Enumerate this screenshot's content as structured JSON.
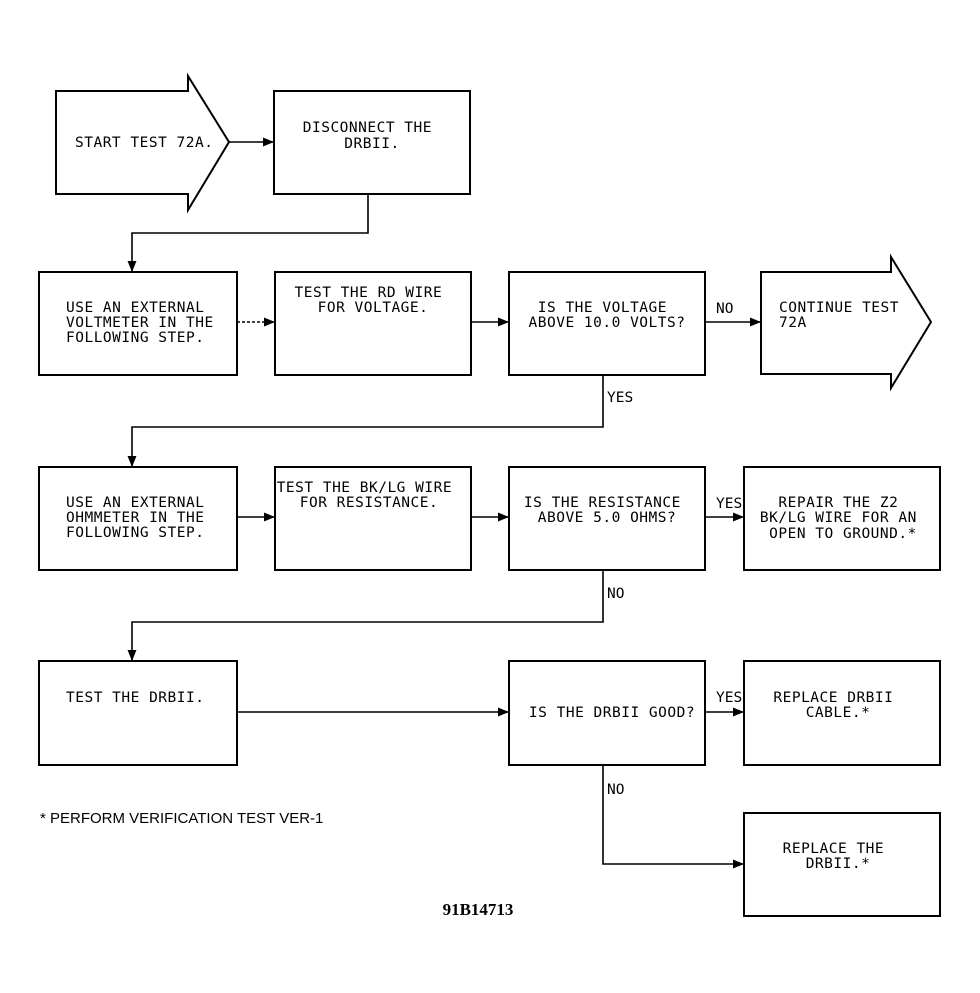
{
  "start": {
    "lines": [
      "START TEST 72A."
    ]
  },
  "disconnect": {
    "lines": [
      "DISCONNECT THE",
      "DRBII."
    ]
  },
  "voltmeter": {
    "lines": [
      "USE AN EXTERNAL",
      "VOLTMETER IN THE",
      "FOLLOWING STEP."
    ]
  },
  "test_rd": {
    "lines": [
      "TEST THE RD WIRE",
      "FOR VOLTAGE."
    ]
  },
  "q_voltage": {
    "lines": [
      "IS THE VOLTAGE",
      "ABOVE 10.0 VOLTS?"
    ]
  },
  "continue": {
    "lines": [
      "CONTINUE TEST",
      "72A"
    ]
  },
  "ohmmeter": {
    "lines": [
      "USE AN EXTERNAL",
      "OHMMETER IN THE",
      "FOLLOWING STEP."
    ]
  },
  "test_bklg": {
    "lines": [
      "TEST THE BK/LG WIRE",
      "FOR RESISTANCE."
    ]
  },
  "q_resistance": {
    "lines": [
      "IS THE RESISTANCE",
      "ABOVE 5.0 OHMS?"
    ]
  },
  "repair": {
    "lines": [
      "REPAIR THE Z2",
      "BK/LG WIRE FOR AN",
      "OPEN TO GROUND.*"
    ]
  },
  "test_drbii": {
    "lines": [
      "TEST THE DRBII."
    ]
  },
  "q_drbii": {
    "lines": [
      "IS THE DRBII GOOD?"
    ]
  },
  "replace_cable": {
    "lines": [
      "REPLACE DRBII",
      "CABLE.*"
    ]
  },
  "replace_drbii": {
    "lines": [
      "REPLACE THE",
      "DRBII.*"
    ]
  },
  "labels": {
    "no_voltage": "NO",
    "yes_voltage": "YES",
    "yes_resistance": "YES",
    "no_resistance": "NO",
    "yes_drbii": "YES",
    "no_drbii": "NO"
  },
  "footnote": "* PERFORM VERIFICATION TEST VER-1",
  "figure_code": "91B14713"
}
